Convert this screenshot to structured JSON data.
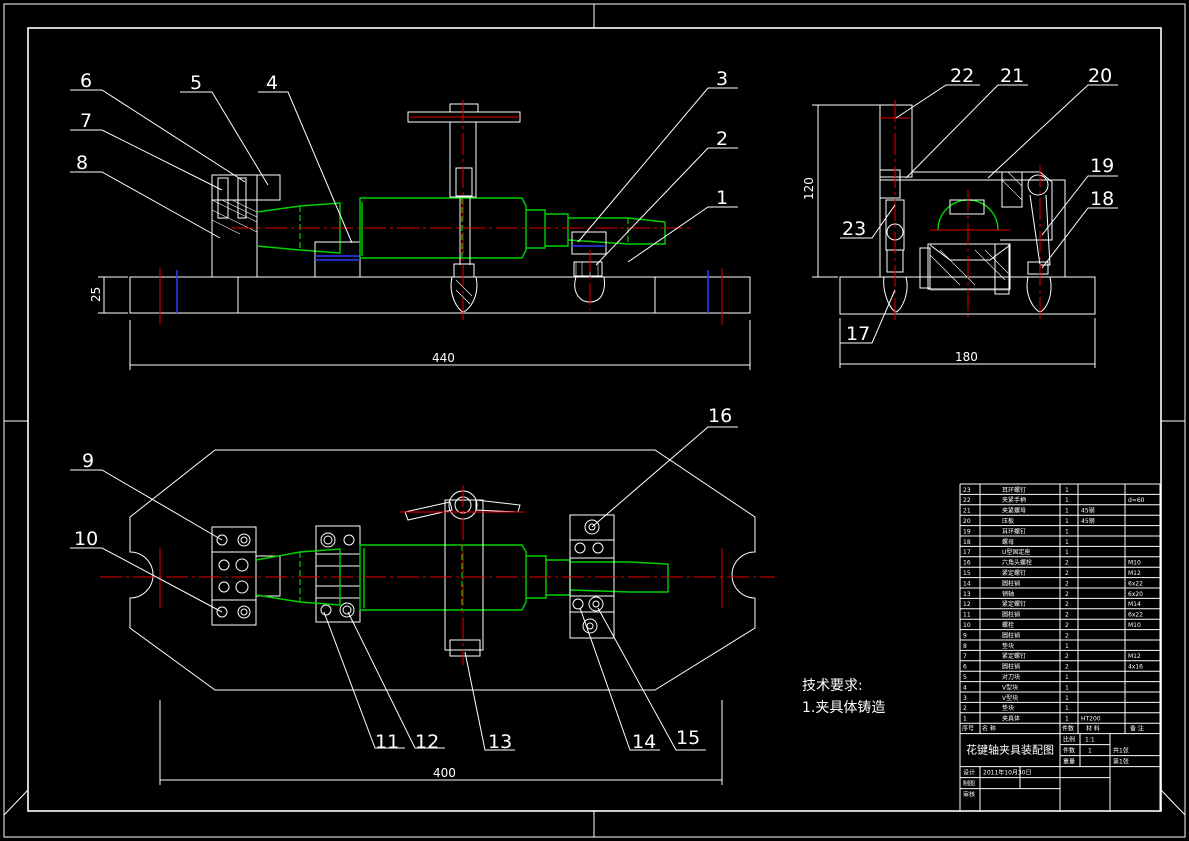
{
  "drawing": {
    "title": "花键轴夹具装配图",
    "tech_requirements": {
      "heading": "技术要求:",
      "item1": "1.夹具体铸造"
    },
    "dimensions": {
      "front_length": "440",
      "front_height": "25",
      "side_width": "180",
      "side_height": "120",
      "top_length": "400"
    },
    "callouts": [
      "1",
      "2",
      "3",
      "4",
      "5",
      "6",
      "7",
      "8",
      "9",
      "10",
      "11",
      "12",
      "13",
      "14",
      "15",
      "16",
      "17",
      "18",
      "19",
      "20",
      "21",
      "22",
      "23"
    ]
  },
  "parts_list": {
    "rows": [
      {
        "no": "23",
        "name": "耳环螺钉",
        "qty": "1",
        "material": "",
        "note": ""
      },
      {
        "no": "22",
        "name": "夹紧手柄",
        "qty": "1",
        "material": "",
        "note": "d=60"
      },
      {
        "no": "21",
        "name": "夹紧螺母",
        "qty": "1",
        "material": "45钢",
        "note": ""
      },
      {
        "no": "20",
        "name": "压板",
        "qty": "1",
        "material": "45钢",
        "note": ""
      },
      {
        "no": "19",
        "name": "耳环螺钉",
        "qty": "1",
        "material": "",
        "note": ""
      },
      {
        "no": "18",
        "name": "螺母",
        "qty": "1",
        "material": "",
        "note": ""
      },
      {
        "no": "17",
        "name": "U型固定座",
        "qty": "1",
        "material": "",
        "note": ""
      },
      {
        "no": "16",
        "name": "六角头螺栓",
        "qty": "2",
        "material": "",
        "note": "M10"
      },
      {
        "no": "15",
        "name": "紧定螺钉",
        "qty": "2",
        "material": "",
        "note": "M12"
      },
      {
        "no": "14",
        "name": "圆柱销",
        "qty": "2",
        "material": "",
        "note": "6x22"
      },
      {
        "no": "13",
        "name": "销轴",
        "qty": "2",
        "material": "",
        "note": "6x20"
      },
      {
        "no": "12",
        "name": "紧定螺钉",
        "qty": "2",
        "material": "",
        "note": "M14"
      },
      {
        "no": "11",
        "name": "圆柱销",
        "qty": "2",
        "material": "",
        "note": "6x22"
      },
      {
        "no": "10",
        "name": "螺栓",
        "qty": "2",
        "material": "",
        "note": "M10"
      },
      {
        "no": "9",
        "name": "圆柱销",
        "qty": "2",
        "material": "",
        "note": ""
      },
      {
        "no": "8",
        "name": "垫块",
        "qty": "1",
        "material": "",
        "note": ""
      },
      {
        "no": "7",
        "name": "紧定螺钉",
        "qty": "2",
        "material": "",
        "note": "M12"
      },
      {
        "no": "6",
        "name": "圆柱销",
        "qty": "2",
        "material": "",
        "note": "4x16"
      },
      {
        "no": "5",
        "name": "对刀块",
        "qty": "1",
        "material": "",
        "note": ""
      },
      {
        "no": "4",
        "name": "V型块",
        "qty": "1",
        "material": "",
        "note": ""
      },
      {
        "no": "3",
        "name": "V型块",
        "qty": "1",
        "material": "",
        "note": ""
      },
      {
        "no": "2",
        "name": "垫块",
        "qty": "1",
        "material": "",
        "note": ""
      },
      {
        "no": "1",
        "name": "夹具体",
        "qty": "1",
        "material": "HT200",
        "note": ""
      }
    ],
    "header": {
      "no": "序号",
      "name": "名 称",
      "qty": "件数",
      "material": "材 料",
      "note": "备 注"
    },
    "title_block": {
      "scale_label": "比例",
      "scale_value": "1:1",
      "qty_label": "件数",
      "qty_value": "1",
      "weight_label": "重量",
      "designer_label": "设计",
      "designer_value": "2011年10月30日",
      "drafter_label": "制图",
      "reviewer_label": "审核",
      "sheet_total": "共1张",
      "sheet_no": "第1张"
    }
  }
}
